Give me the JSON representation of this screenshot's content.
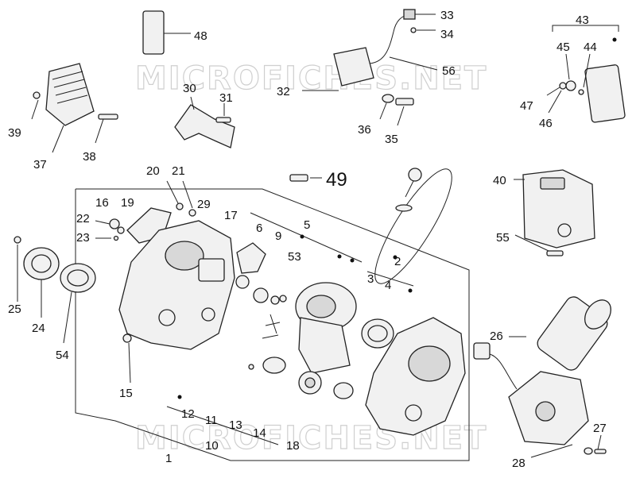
{
  "watermark": [
    "MICROFICHES.NET",
    "MICROFICHES.NET"
  ],
  "callouts": [
    {
      "id": "c1",
      "text": "1"
    },
    {
      "id": "c2",
      "text": "2"
    },
    {
      "id": "c3",
      "text": "3"
    },
    {
      "id": "c4",
      "text": "4"
    },
    {
      "id": "c5",
      "text": "5"
    },
    {
      "id": "c6",
      "text": "6"
    },
    {
      "id": "c9",
      "text": "9"
    },
    {
      "id": "c10",
      "text": "10"
    },
    {
      "id": "c11",
      "text": "11"
    },
    {
      "id": "c12",
      "text": "12"
    },
    {
      "id": "c13",
      "text": "13"
    },
    {
      "id": "c14",
      "text": "14"
    },
    {
      "id": "c15",
      "text": "15"
    },
    {
      "id": "c16",
      "text": "16"
    },
    {
      "id": "c17",
      "text": "17"
    },
    {
      "id": "c18",
      "text": "18"
    },
    {
      "id": "c19",
      "text": "19"
    },
    {
      "id": "c20",
      "text": "20"
    },
    {
      "id": "c21",
      "text": "21"
    },
    {
      "id": "c22",
      "text": "22"
    },
    {
      "id": "c23",
      "text": "23"
    },
    {
      "id": "c24",
      "text": "24"
    },
    {
      "id": "c25",
      "text": "25"
    },
    {
      "id": "c26",
      "text": "26"
    },
    {
      "id": "c27",
      "text": "27"
    },
    {
      "id": "c28",
      "text": "28"
    },
    {
      "id": "c29",
      "text": "29"
    },
    {
      "id": "c30",
      "text": "30"
    },
    {
      "id": "c31",
      "text": "31"
    },
    {
      "id": "c32",
      "text": "32"
    },
    {
      "id": "c33",
      "text": "33"
    },
    {
      "id": "c34",
      "text": "34"
    },
    {
      "id": "c35",
      "text": "35"
    },
    {
      "id": "c36",
      "text": "36"
    },
    {
      "id": "c37",
      "text": "37"
    },
    {
      "id": "c38",
      "text": "38"
    },
    {
      "id": "c39",
      "text": "39"
    },
    {
      "id": "c40",
      "text": "40"
    },
    {
      "id": "c43",
      "text": "43"
    },
    {
      "id": "c44",
      "text": "44"
    },
    {
      "id": "c45",
      "text": "45"
    },
    {
      "id": "c46",
      "text": "46"
    },
    {
      "id": "c47",
      "text": "47"
    },
    {
      "id": "c48",
      "text": "48"
    },
    {
      "id": "c49",
      "text": "49"
    },
    {
      "id": "c53",
      "text": "53"
    },
    {
      "id": "c54",
      "text": "54"
    },
    {
      "id": "c55",
      "text": "55"
    },
    {
      "id": "c56",
      "text": "56"
    }
  ]
}
